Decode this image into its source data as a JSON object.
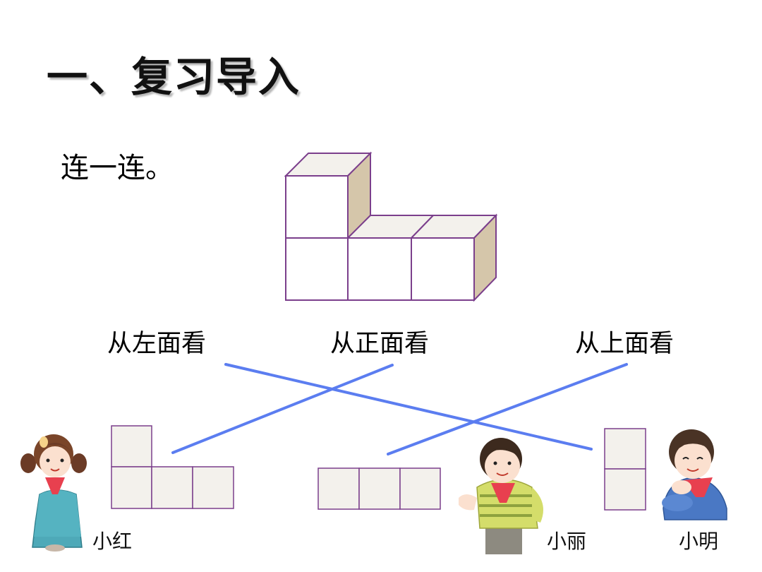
{
  "title": "一、复习导入",
  "instruction": "连一连。",
  "views": {
    "left": "从左面看",
    "front": "从正面看",
    "top": "从上面看"
  },
  "characters": {
    "xiaohong": "小红",
    "xiaoli": "小丽",
    "xiaoming": "小明"
  },
  "colors": {
    "cube_edge": "#7b3f8c",
    "cube_face": "#f3f1ec",
    "cube_side": "#d5c6aa",
    "connector": "#5b7df0"
  }
}
